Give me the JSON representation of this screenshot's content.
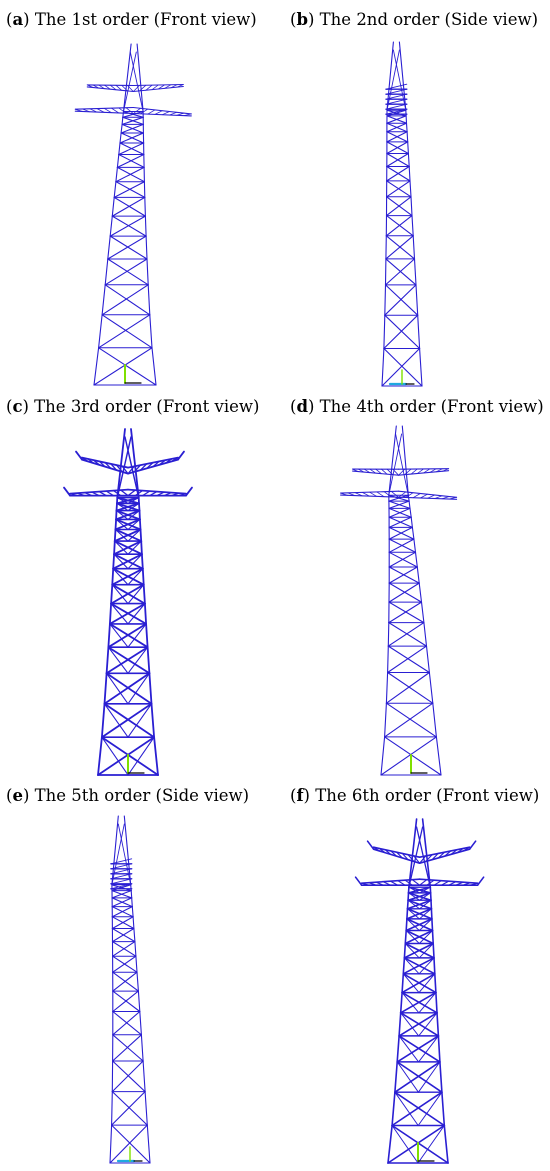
{
  "colors": {
    "tower": "#2a1fd2",
    "axis_y": "#7fe000",
    "axis_x": "#000000",
    "axis_side": "#1fa9e0"
  },
  "panels": [
    {
      "letter": "a",
      "text": "The 1st order (Front view)",
      "mode": 1,
      "view": "front"
    },
    {
      "letter": "b",
      "text": "The 2nd order (Side view)",
      "mode": 2,
      "view": "side"
    },
    {
      "letter": "c",
      "text": "The 3rd order (Front view)",
      "mode": 3,
      "view": "front"
    },
    {
      "letter": "d",
      "text": "The 4th order (Front view)",
      "mode": 4,
      "view": "front"
    },
    {
      "letter": "e",
      "text": "The 5th order (Side view)",
      "mode": 5,
      "view": "side"
    },
    {
      "letter": "f",
      "text": "The 6th order (Front view)",
      "mode": 6,
      "view": "front"
    }
  ]
}
